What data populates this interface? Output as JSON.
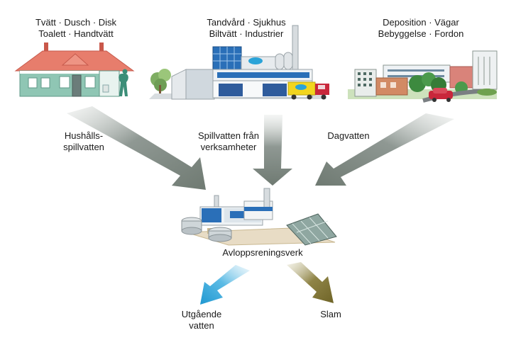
{
  "sources": {
    "household": {
      "line1": "Tvätt · Dusch · Disk",
      "line2": "Toalett · Handtvätt"
    },
    "industry": {
      "line1": "Tandvård · Sjukhus",
      "line2": "Biltvätt · Industrier"
    },
    "urban": {
      "line1": "Deposition · Vägar",
      "line2": "Bebyggelse · Fordon"
    }
  },
  "flows": {
    "household": {
      "line1": "Hushålls-",
      "line2": "spillvatten",
      "color": "#6f7a72"
    },
    "industry": {
      "line1": "Spillvatten från",
      "line2": "verksamheter",
      "color": "#6f7a72"
    },
    "storm": {
      "line1": "Dagvatten",
      "color": "#6f7a72"
    }
  },
  "plant": {
    "label": "Avloppsreningsverk"
  },
  "outputs": {
    "water": {
      "line1": "Utgående",
      "line2": "vatten",
      "color": "#2aa3d8"
    },
    "sludge": {
      "line1": "Slam",
      "color": "#6f6427"
    }
  }
}
